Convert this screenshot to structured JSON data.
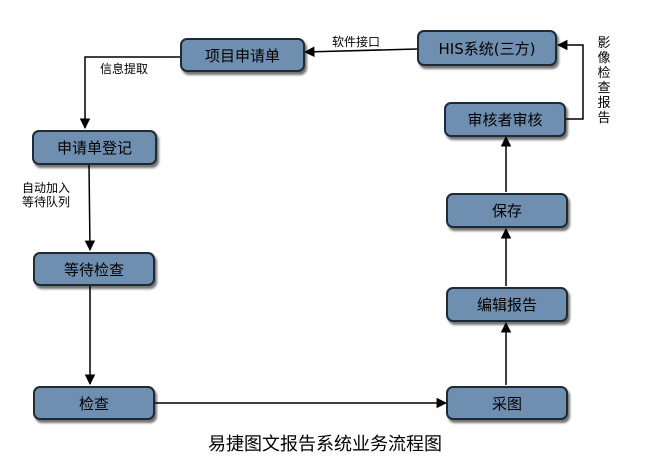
{
  "nodes": {
    "xiangmu_shenqingdan": "项目申请单",
    "his_system": "HIS系统(三方)",
    "shenqingdan_dengji": "申请单登记",
    "dengdai_jiancha": "等待检查",
    "jiancha": "检查",
    "caitu": "采图",
    "bianji_baogao": "编辑报告",
    "baocun": "保存",
    "shenhezhe_shenhe": "审核者审核"
  },
  "edge_labels": {
    "software_interface": "软件接口",
    "info_extract": "信息提取",
    "auto_queue": "自动加入\n等待队列",
    "image_report": "影像检查报告"
  },
  "caption": "易捷图文报告系统业务流程图",
  "colors": {
    "node_fill": "#6f8fb0",
    "node_border": "#1f2a36",
    "line": "#000000"
  }
}
